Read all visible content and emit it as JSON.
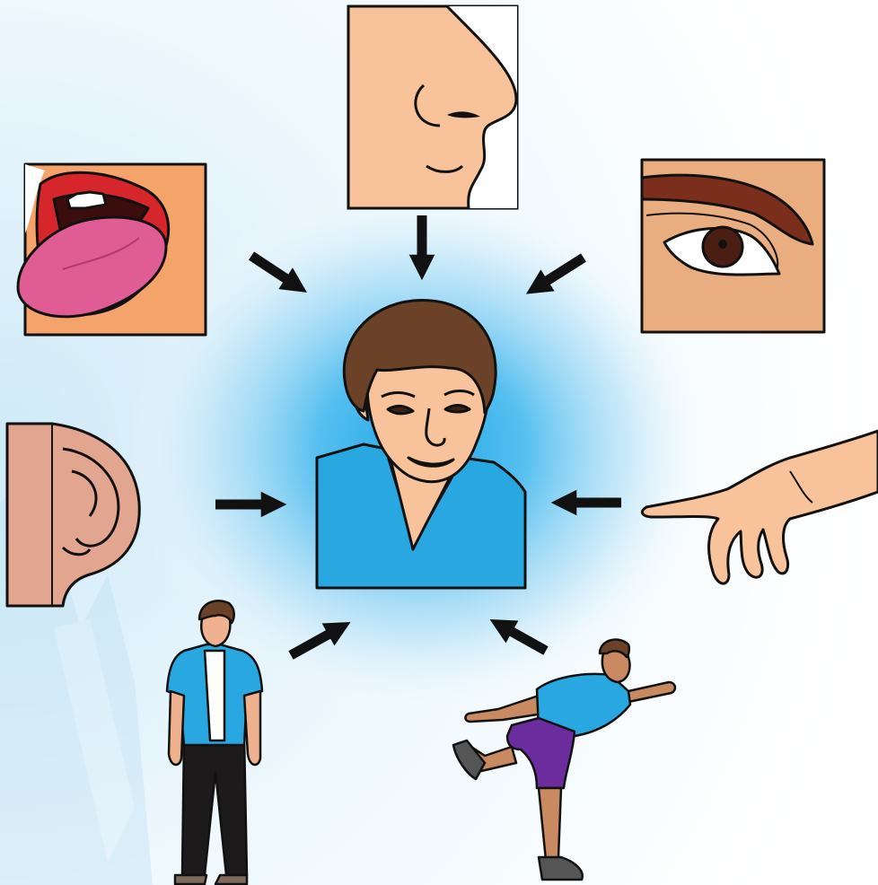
{
  "diagram": {
    "center": "person",
    "senses": [
      "taste",
      "smell",
      "sight",
      "hearing",
      "touch"
    ],
    "arrow_color": "#111111",
    "colors": {
      "glow": "#2aaee6",
      "shirt": "#29a7e1",
      "skin": "#f8c39b",
      "hair": "#6b4127",
      "outline": "#111111",
      "tongue": "#e05c94",
      "lips": "#d6252b",
      "mouth_tile": "#f4a36b",
      "eye_tile": "#e9ad7f",
      "eyebrow": "#7a2e1b",
      "iris": "#4a1e12",
      "ear": "#e2a58f",
      "shorts": "#6b2d9e",
      "pants": "#1c1a1a"
    }
  }
}
